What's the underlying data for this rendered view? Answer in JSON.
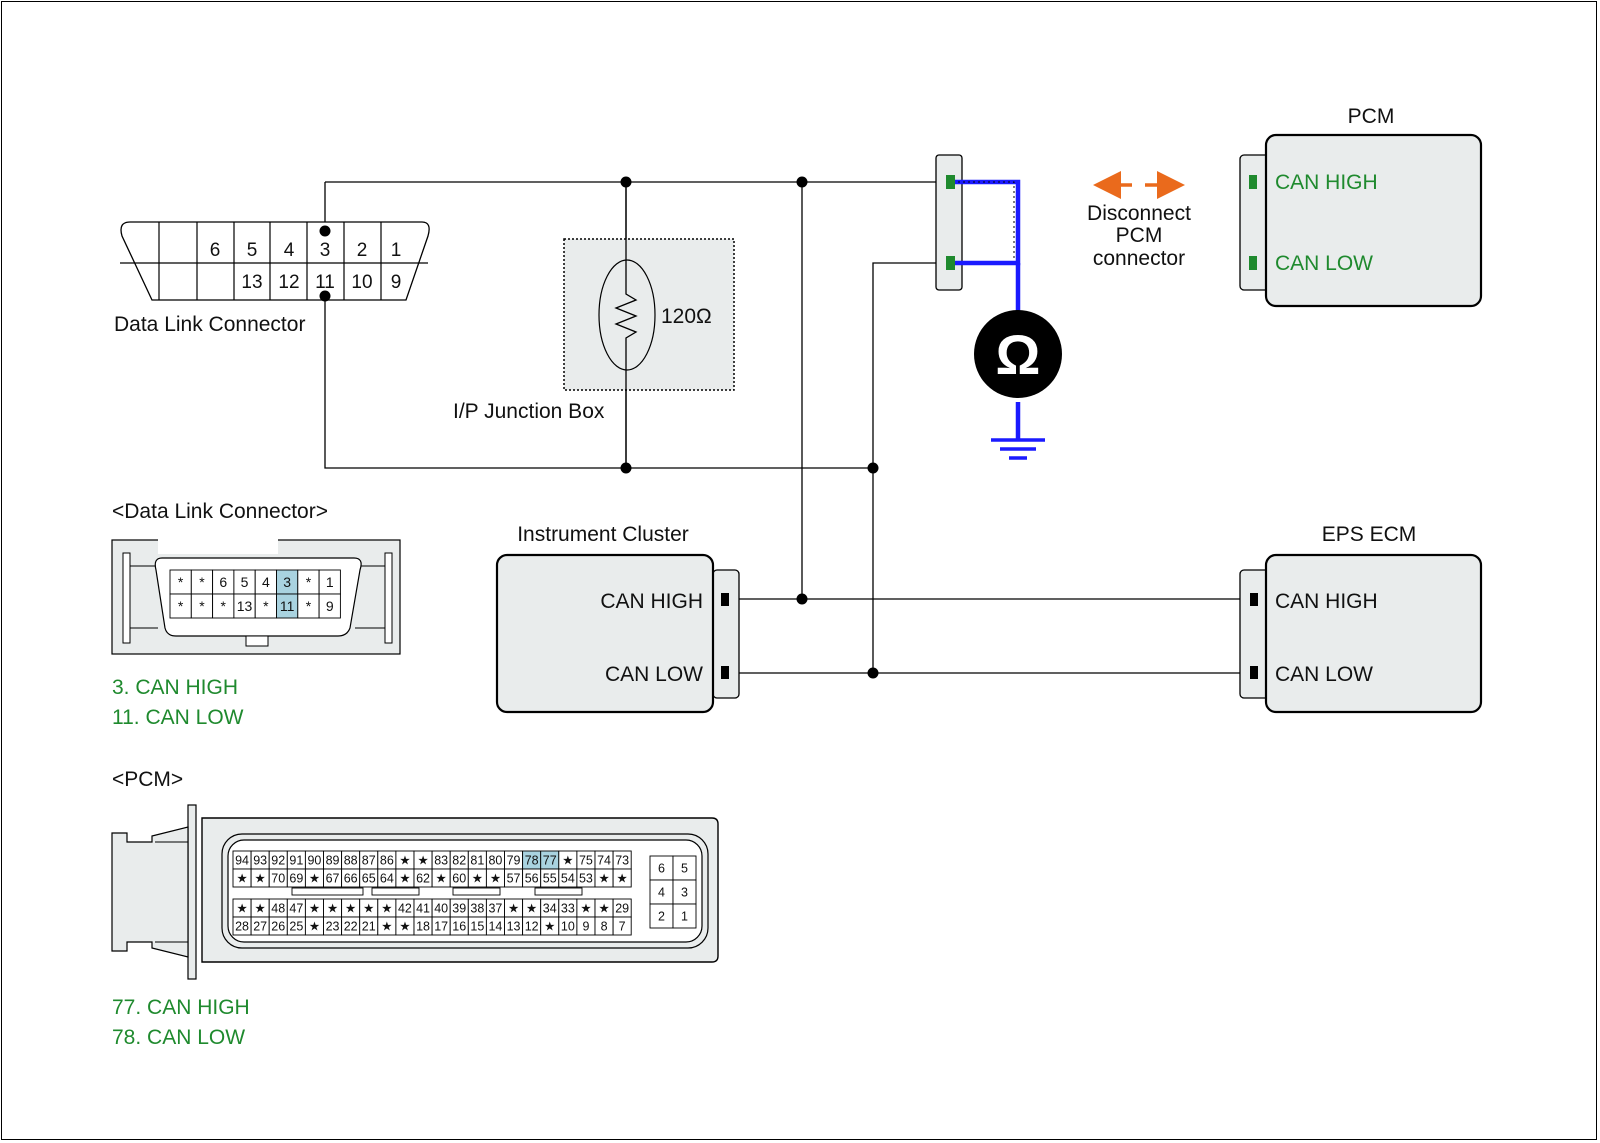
{
  "colors": {
    "wire": "#000000",
    "meter_wire": "#1a1aff",
    "terminal_green": "#1f8a2e",
    "highlight_pin": "#a9d3e0",
    "component_fill": "#e9ecec",
    "arrow_orange": "#ea6a1c",
    "text_green": "#1f8a2e"
  },
  "diagram": {
    "dlc_top": {
      "label": "Data Link Connector",
      "row1": [
        "6",
        "5",
        "4",
        "3",
        "2",
        "1"
      ],
      "row2": [
        "13",
        "12",
        "11",
        "10",
        "9"
      ]
    },
    "junction_box": {
      "label": "I/P Junction Box",
      "resistor": "120Ω"
    },
    "meter_icon": "ohm-meter-icon",
    "ground_icon": "ground-icon",
    "disconnect_note": [
      "Disconnect",
      "PCM",
      "connector"
    ],
    "pcm": {
      "title": "PCM",
      "can_high": "CAN HIGH",
      "can_low": "CAN LOW"
    },
    "instrument_cluster": {
      "title": "Instrument Cluster",
      "can_high": "CAN HIGH",
      "can_low": "CAN LOW"
    },
    "eps_ecm": {
      "title": "EPS ECM",
      "can_high": "CAN HIGH",
      "can_low": "CAN LOW"
    }
  },
  "dlc_detail": {
    "title": "<Data Link Connector>",
    "row1": [
      "*",
      "*",
      "6",
      "5",
      "4",
      "3",
      "*",
      "1"
    ],
    "row2": [
      "*",
      "*",
      "*",
      "13",
      "*",
      "11",
      "*",
      "9"
    ],
    "legend": [
      "3. CAN HIGH",
      "11. CAN LOW"
    ]
  },
  "pcm_detail": {
    "title": "<PCM>",
    "rows": [
      [
        "94",
        "93",
        "92",
        "91",
        "90",
        "89",
        "88",
        "87",
        "86",
        "★",
        "★",
        "83",
        "82",
        "81",
        "80",
        "79",
        "78",
        "77",
        "★",
        "75",
        "74",
        "73"
      ],
      [
        "★",
        "★",
        "70",
        "69",
        "★",
        "67",
        "66",
        "65",
        "64",
        "★",
        "62",
        "★",
        "60",
        "★",
        "★",
        "57",
        "56",
        "55",
        "54",
        "53",
        "★",
        "★"
      ],
      [
        "★",
        "★",
        "48",
        "47",
        "★",
        "★",
        "★",
        "★",
        "★",
        "42",
        "41",
        "40",
        "39",
        "38",
        "37",
        "★",
        "★",
        "34",
        "33",
        "★",
        "★",
        "29"
      ],
      [
        "28",
        "27",
        "26",
        "25",
        "★",
        "23",
        "22",
        "21",
        "★",
        "★",
        "18",
        "17",
        "16",
        "15",
        "14",
        "13",
        "12",
        "★",
        "10",
        "9",
        "8",
        "7"
      ]
    ],
    "small": [
      [
        "6",
        "5"
      ],
      [
        "4",
        "3"
      ],
      [
        "2",
        "1"
      ]
    ],
    "legend": [
      "77. CAN HIGH",
      "78. CAN LOW"
    ]
  }
}
